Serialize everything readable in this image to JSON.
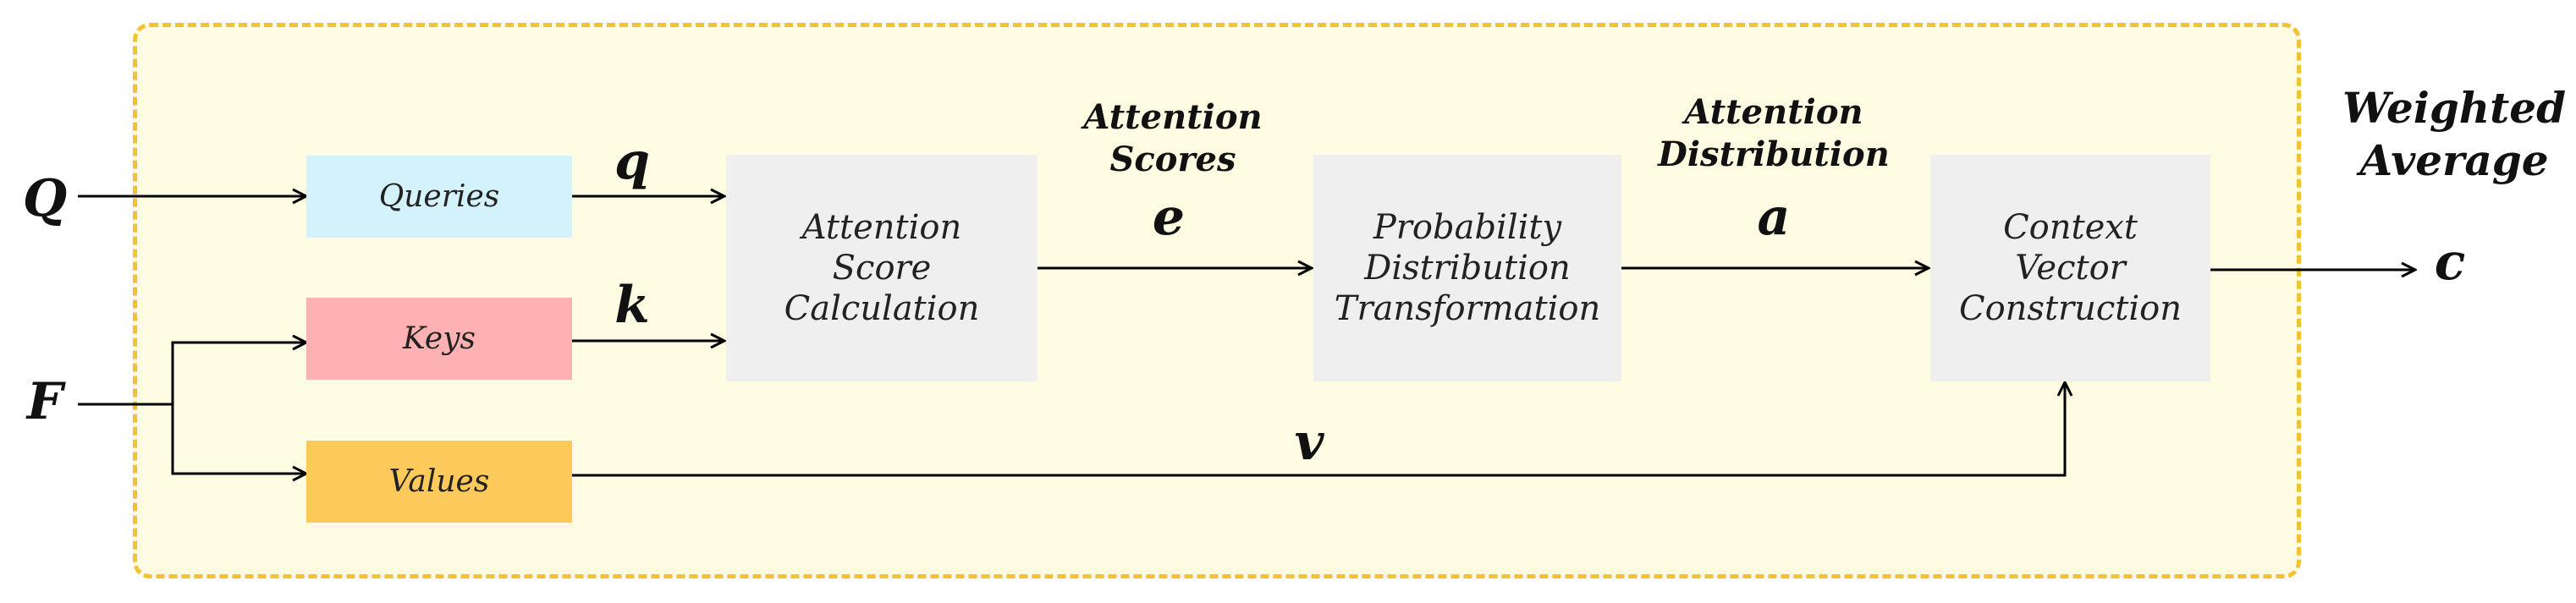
{
  "colors": {
    "region_fill": "#fefbe3",
    "region_border": "#f1c232",
    "queries": "#d4f2fb",
    "keys": "#fdb1b3",
    "values": "#fdc95a",
    "process": "#efefef"
  },
  "inputs": {
    "q_input": "Q",
    "f_input": "F"
  },
  "boxes": {
    "queries": "Queries",
    "keys": "Keys",
    "values": "Values",
    "score": "Attention\nScore\nCalculation",
    "prob": "Probability\nDistribution\nTransformation",
    "context": "Context\nVector\nConstruction"
  },
  "edges": {
    "q": "q",
    "k": "k",
    "v": "v",
    "e": "e",
    "a": "a",
    "c": "c",
    "scores_caption": "Attention\nScores",
    "dist_caption": "Attention\nDistribution",
    "output_caption": "Weighted\nAverage"
  }
}
